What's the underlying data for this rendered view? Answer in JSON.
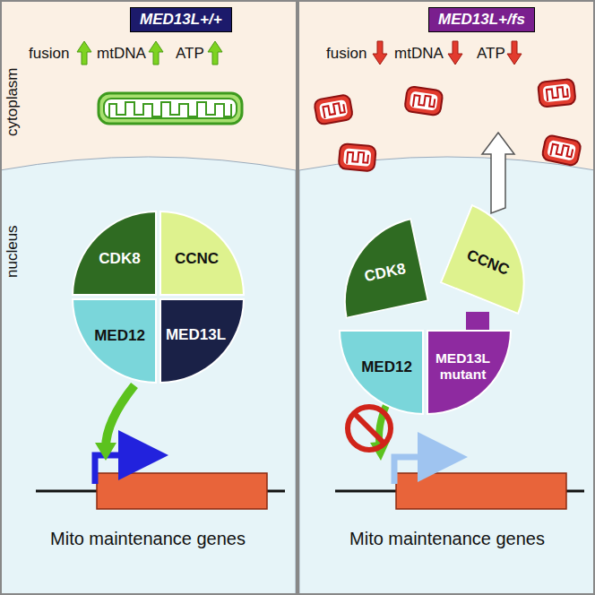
{
  "diagram": {
    "nodes": [
      {
        "text": [
          "MED13L+/+"
        ]
      },
      {
        "text": [
          "MED13L+/fs"
        ]
      },
      {
        "text": [
          "CDK8"
        ]
      },
      {
        "text": [
          "CCNC"
        ]
      },
      {
        "text": [
          "MED12"
        ]
      },
      {
        "text": [
          "MED13L"
        ]
      },
      {
        "text": [
          "CDK8"
        ]
      },
      {
        "text": [
          "CCNC"
        ]
      },
      {
        "text": [
          "MED12"
        ]
      },
      {
        "text": [
          "MED13L mutant"
        ]
      }
    ],
    "labels": [
      "cytoplasm",
      "nucleus",
      "fusion",
      "mtDNA",
      "ATP",
      "fusion",
      "mtDNA",
      "ATP",
      "Mito maintenance genes",
      "Mito maintenance genes"
    ]
  }
}
